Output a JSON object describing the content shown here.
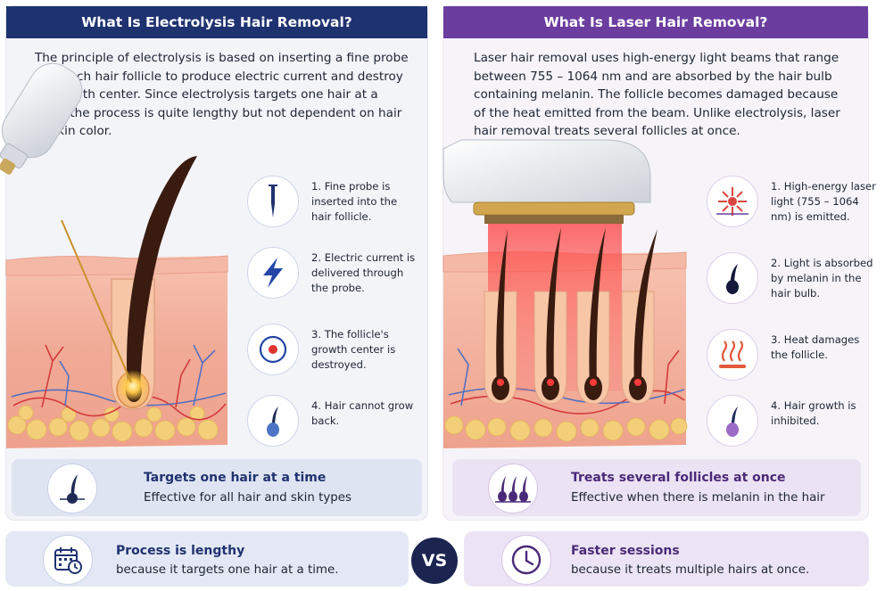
{
  "colors": {
    "navy": "#1f3270",
    "purple": "#6b3d9f",
    "skin": "#f2b6a3",
    "laser": "#e5484d"
  },
  "electrolysis": {
    "title": "What Is Electrolysis Hair Removal?",
    "intro": "The principle of electrolysis is based on inserting a fine probe into each hair follicle to produce electric current and destroy its growth center. Since electrolysis targets one hair at a time, the process is quite lengthy but not dependent on hair or skin color.",
    "steps": [
      {
        "icon": "probe-icon",
        "text": "1. Fine probe is inserted into the hair follicle."
      },
      {
        "icon": "lightning-icon",
        "text": "2. Electric current is delivered through the probe."
      },
      {
        "icon": "target-icon",
        "text": "3. The follicle's growth center is destroyed."
      },
      {
        "icon": "hair-follicle-icon",
        "text": "4. Hair cannot grow back."
      }
    ],
    "summary": {
      "icon": "single-hair-icon",
      "title": "Targets one hair at a time",
      "subtitle": "Effective for all hair and skin types"
    },
    "bottom": {
      "icon": "calendar-icon",
      "title": "Process is lengthy",
      "subtitle": "because it targets one hair at a time."
    }
  },
  "laser": {
    "title": "What Is Laser Hair Removal?",
    "intro": "Laser hair removal uses high-energy light beams that range between 755 – 1064 nm and are absorbed by the hair bulb containing melanin. The follicle becomes damaged because of the heat emitted from the beam. Unlike electrolysis, laser hair removal treats several follicles at once.",
    "steps": [
      {
        "icon": "laser-burst-icon",
        "text": "1. High-energy laser light (755 – 1064 nm) is emitted."
      },
      {
        "icon": "hair-bulb-icon",
        "text": "2. Light is absorbed by melanin in the hair bulb."
      },
      {
        "icon": "heat-icon",
        "text": "3. Heat damages the follicle."
      },
      {
        "icon": "inhibited-hair-icon",
        "text": "4. Hair growth is inhibited."
      }
    ],
    "summary": {
      "icon": "multiple-hairs-icon",
      "title": "Treats several follicles at once",
      "subtitle": "Effective when there is melanin in the hair"
    },
    "bottom": {
      "icon": "clock-icon",
      "title": "Faster sessions",
      "subtitle": "because it treats multiple hairs at once."
    }
  },
  "vs_label": "VS"
}
